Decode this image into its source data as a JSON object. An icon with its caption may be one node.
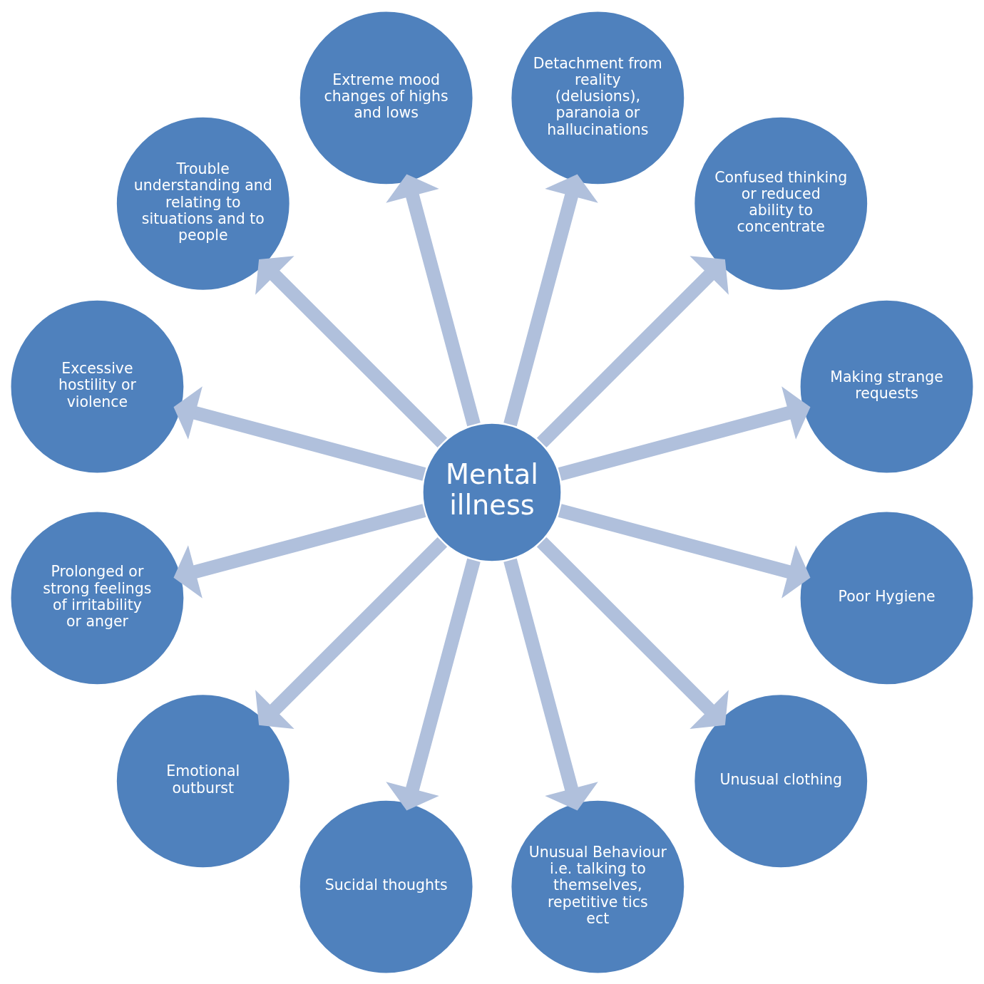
{
  "diagram": {
    "nodes": [
      {
        "text": [
          "Mental illness"
        ]
      },
      {
        "text": [
          "Making strange requests"
        ]
      },
      {
        "text": [
          "Confused thinking or reduced ability to concentrate"
        ]
      },
      {
        "text": [
          "Detachment from reality (delusions), paranoia or hallucinations"
        ]
      },
      {
        "text": [
          "Extreme mood changes of highs and lows"
        ]
      },
      {
        "text": [
          "Trouble understanding and relating to situations and to people"
        ]
      },
      {
        "text": [
          "Excessive hostility or violence"
        ]
      },
      {
        "text": [
          "Prolonged or strong feelings of irritability or anger"
        ]
      },
      {
        "text": [
          "Emotional outburst"
        ]
      },
      {
        "text": [
          "Sucidal thoughts"
        ]
      },
      {
        "text": [
          "Unusual Behaviour i.e. talking to themselves, repetitive tics ect"
        ]
      },
      {
        "text": [
          "Unusual clothing"
        ]
      },
      {
        "text": [
          "Poor Hygiene"
        ]
      }
    ],
    "edges": [
      {
        "from": 0,
        "to": 1,
        "arrow": "to"
      },
      {
        "from": 0,
        "to": 2,
        "arrow": "to"
      },
      {
        "from": 0,
        "to": 3,
        "arrow": "to"
      },
      {
        "from": 0,
        "to": 4,
        "arrow": "to"
      },
      {
        "from": 0,
        "to": 5,
        "arrow": "to"
      },
      {
        "from": 0,
        "to": 6,
        "arrow": "to"
      },
      {
        "from": 0,
        "to": 7,
        "arrow": "to"
      },
      {
        "from": 0,
        "to": 8,
        "arrow": "to"
      },
      {
        "from": 0,
        "to": 9,
        "arrow": "to"
      },
      {
        "from": 0,
        "to": 10,
        "arrow": "to"
      },
      {
        "from": 0,
        "to": 11,
        "arrow": "to"
      },
      {
        "from": 0,
        "to": 12,
        "arrow": "to"
      }
    ]
  }
}
